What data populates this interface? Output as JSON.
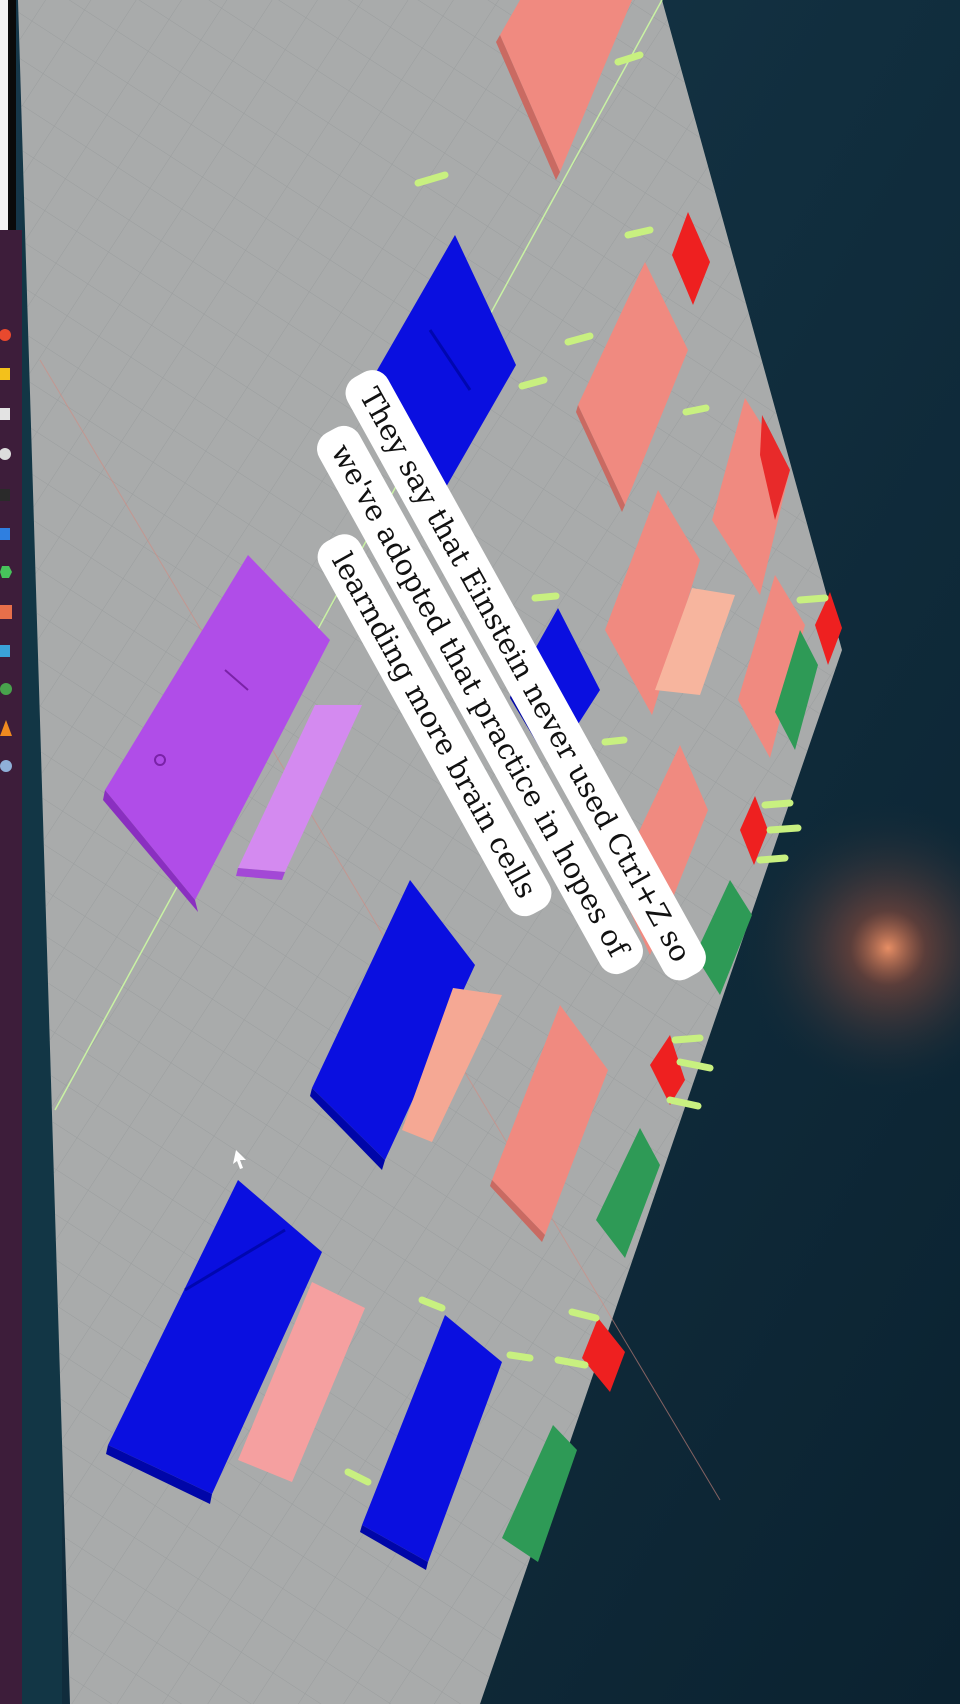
{
  "caption": {
    "lines": [
      "They say that Einstein never used Ctrl+Z so",
      "we've adopted that practice in hopes of",
      "learnding more brain cells"
    ]
  },
  "dock": {
    "icons": [
      "red-circle-icon",
      "yellow-icon",
      "folder-icon",
      "disc-icon",
      "terminal-icon",
      "vscode-icon",
      "green-hex-icon",
      "slides-icon",
      "text-editor-icon",
      "globe-icon",
      "vlc-cone-icon",
      "settings-icon"
    ]
  },
  "colors": {
    "blue_part": "#0a0fe0",
    "purple_part": "#b04de8",
    "salmon_part": "#f08a80",
    "red_part": "#ee2020",
    "green_part": "#2e9a56",
    "pin": "#c8f080",
    "build_plate": "#a9abab",
    "background": "#0f2a38",
    "dock": "#3d1d3a"
  }
}
